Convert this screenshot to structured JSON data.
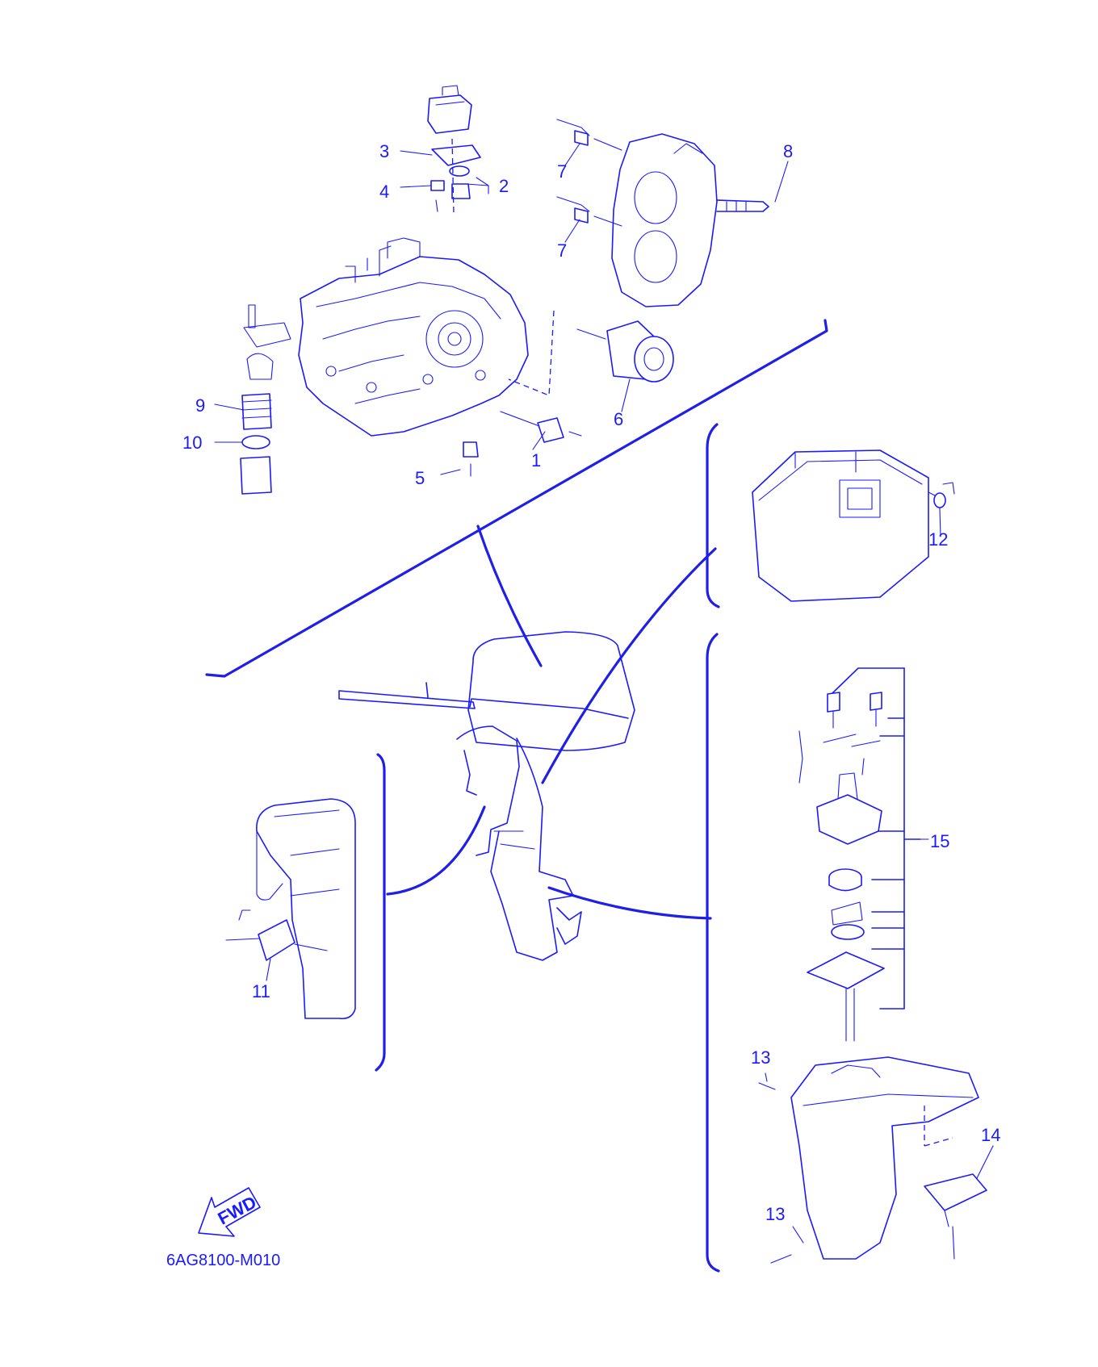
{
  "diagram": {
    "code": "6AG8100-M010",
    "fwd_label": "FWD",
    "callouts": {
      "c1": "1",
      "c2": "2",
      "c3": "3",
      "c4": "4",
      "c5": "5",
      "c6": "6",
      "c7a": "7",
      "c7b": "7",
      "c8": "8",
      "c9": "9",
      "c10": "10",
      "c11": "11",
      "c12": "12",
      "c13a": "13",
      "c13b": "13",
      "c14": "14",
      "c15": "15"
    },
    "colors": {
      "line": "#1a1aff",
      "background": "#ffffff"
    }
  }
}
